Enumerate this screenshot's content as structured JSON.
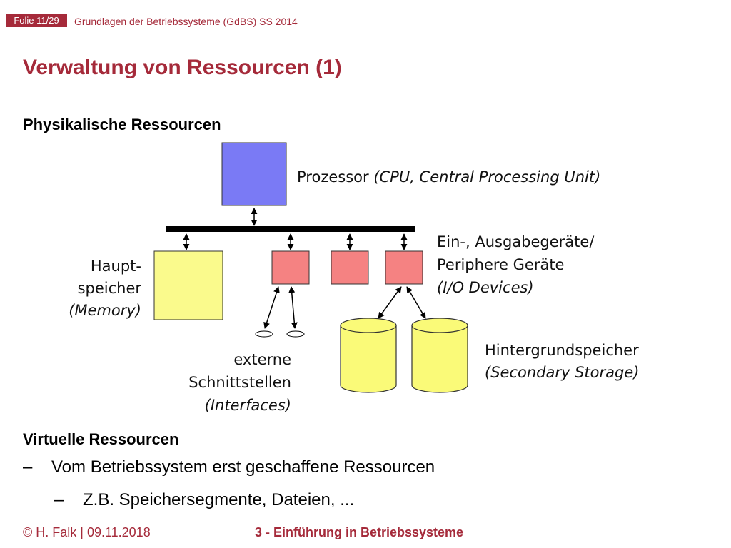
{
  "header": {
    "folio": "Folie 11/29",
    "course": "Grundlagen der Betriebssysteme (GdBS) SS 2014"
  },
  "slide": {
    "title": "Verwaltung von Ressourcen (1)",
    "section_physical": "Physikalische Ressourcen",
    "section_virtual": "Virtuelle Ressourcen",
    "bullets": [
      {
        "dash": "–",
        "text": "Vom Betriebssystem erst geschaffene Ressourcen"
      },
      {
        "dash": "–",
        "text": "Z.B. Speichersegmente, Dateien, ..."
      }
    ]
  },
  "diagram": {
    "cpu_label_1": "Prozessor",
    "cpu_label_2": "(CPU, Central Processing Unit)",
    "memory_label": [
      "Haupt-",
      "speicher",
      "(Memory)"
    ],
    "io_label": [
      "Ein-, Ausgabegeräte/",
      "Periphere Geräte",
      "(I/O Devices)"
    ],
    "interfaces_label": [
      "externe",
      "Schnittstellen",
      "(Interfaces)"
    ],
    "storage_label": [
      "Hintergrundspeicher",
      "(Secondary Storage)"
    ],
    "colors": {
      "cpu": "#7a7af5",
      "memory": "#fafa8c",
      "io": "#f58282",
      "storage": "#fafa78",
      "accent": "#a52a3a"
    }
  },
  "footer": {
    "author_date": "© H. Falk | 09.11.2018",
    "chapter": "3 - Einführung in Betriebssysteme"
  }
}
